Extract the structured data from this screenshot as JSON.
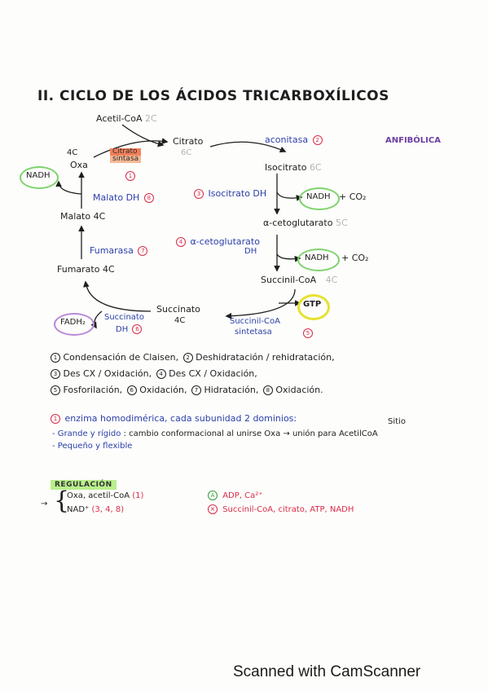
{
  "title": "II. CICLO DE LOS ÁCIDOS TRICARBOXÍLICOS",
  "anfibolica": "ANFIBÓLICA",
  "cycle": {
    "acetil_coa": "Acetil-CoA",
    "acetil_coa_c": "2C",
    "citrato": "Citrato",
    "citrato_c": "6C",
    "aconitasa": "aconitasa",
    "aconitasa_num": "2",
    "isocitrato": "Isocitrato",
    "isocitrato_c": "6C",
    "isocitrato_dh": "Isocitrato DH",
    "isocitrato_dh_num": "3",
    "nadh_1": "NADH",
    "co2_1": "+ CO₂",
    "cetoglutarato": "α-cetoglutarato",
    "cetoglutarato_c": "5C",
    "cetoglutarato_dh_1": "α-cetoglutarato",
    "cetoglutarato_dh_2": "DH",
    "cetoglutarato_dh_num": "4",
    "nadh_2": "NADH",
    "co2_2": "+ CO₂",
    "succinil_coa": "Succinil-CoA",
    "succinil_coa_c": "4C",
    "gtp": "GTP",
    "succinil_sintetasa_1": "Succinil-CoA",
    "succinil_sintetasa_2": "sintetasa",
    "succinil_sintetasa_num": "5",
    "succinato": "Succinato",
    "succinato_c": "4C",
    "succinato_dh_1": "Succinato",
    "succinato_dh_2": "DH",
    "succinato_dh_num": "6",
    "fadh2": "FADH₂",
    "fumarato": "Fumarato",
    "fumarato_c": "4C",
    "fumarasa": "Fumarasa",
    "fumarasa_num": "7",
    "malato": "Malato",
    "malato_c": "4C",
    "malato_dh": "Malato DH",
    "malato_dh_num": "8",
    "nadh_3": "NADH",
    "oxa_c": "4C",
    "oxa": "Oxa",
    "citrato_sintasa_1": "Citrato",
    "citrato_sintasa_2": "sintasa",
    "citrato_sintasa_num": "1"
  },
  "legend": {
    "line1": [
      {
        "num": "1",
        "text": "Condensación de Claisen,"
      },
      {
        "num": "2",
        "text": "Deshidratación / rehidratación,"
      }
    ],
    "line2": [
      {
        "num": "3",
        "text": "Des CX / Oxidación,"
      },
      {
        "num": "4",
        "text": "Des CX / Oxidación,"
      }
    ],
    "line3": [
      {
        "num": "5",
        "text": "Fosforilación,"
      },
      {
        "num": "6",
        "text": "Oxidación,"
      },
      {
        "num": "7",
        "text": "Hidratación,"
      },
      {
        "num": "8",
        "text": "Oxidación."
      }
    ]
  },
  "enzyme_note": {
    "num": "1",
    "text": "enzima homodimérica, cada subunidad 2 dominios:",
    "sitio": "Sitio",
    "item1_label": "- Grande y rígido",
    "item1_text": ": cambio conformacional al unirse Oxa → unión para AcetilCoA",
    "item2_label": "- Pequeño y flexible"
  },
  "regulacion": {
    "header": "REGULACIÓN",
    "bullet": "→",
    "brace": "{",
    "left_line1": "Oxa, acetil-CoA",
    "left_line1_nums": "(1)",
    "left_line2": "NAD⁺",
    "left_line2_nums": "(3, 4, 8)",
    "activ_sym": "A",
    "activ_text": "ADP, Ca²⁺",
    "inhib_sym": "×",
    "inhib_text": "Succinil-CoA, citrato, ATP, NADH"
  },
  "watermark": "Scanned with CamScanner",
  "colors": {
    "ink": "#1e1e1e",
    "blue": "#2b3fa8",
    "red": "#d92b47",
    "green_ring": "#7dd36b",
    "yellow_ring": "#e6e22f",
    "purple_ring": "#b889d6"
  }
}
